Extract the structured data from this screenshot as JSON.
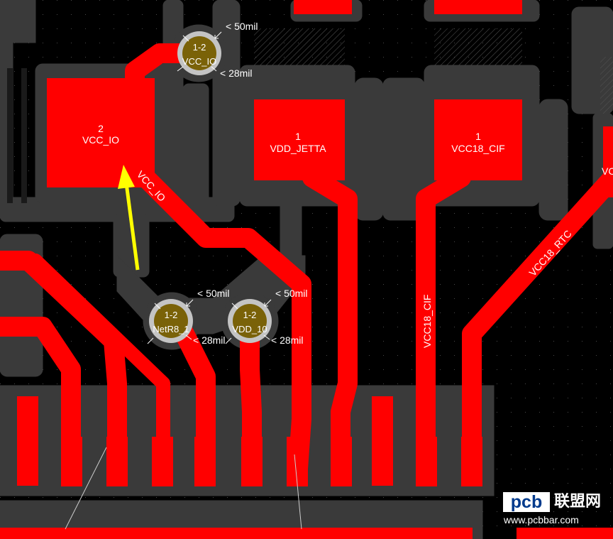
{
  "colors": {
    "background": "#000000",
    "copper": "#ff0000",
    "clearance": "#3a3a3a",
    "via_ring": "#c4c4c4",
    "via_fill": "#7a6208",
    "highlight_arrow": "#ffff00",
    "text": "#ffffff"
  },
  "pads": [
    {
      "number": "2",
      "net": "VCC_IO"
    },
    {
      "number": "1",
      "net": "VDD_JETTA"
    },
    {
      "number": "1",
      "net": "VCC18_CIF"
    },
    {
      "number": "",
      "net": "VC"
    }
  ],
  "vias": [
    {
      "layers": "1-2",
      "net": "VCC_IO",
      "outer_rule": "< 50mil",
      "inner_rule": "< 28mil"
    },
    {
      "layers": "1-2",
      "net": "NetR8_1",
      "outer_rule": "< 50mil",
      "inner_rule": "< 28mil"
    },
    {
      "layers": "1-2",
      "net": "VDD_10",
      "outer_rule": "< 50mil",
      "inner_rule": "< 28mil"
    }
  ],
  "trace_labels": [
    "VCC_IO",
    "VCC18_CIF",
    "VCC18_RTC"
  ],
  "watermark": {
    "logo": "pcb",
    "name": "联盟网",
    "url": "www.pcbbar.com"
  }
}
